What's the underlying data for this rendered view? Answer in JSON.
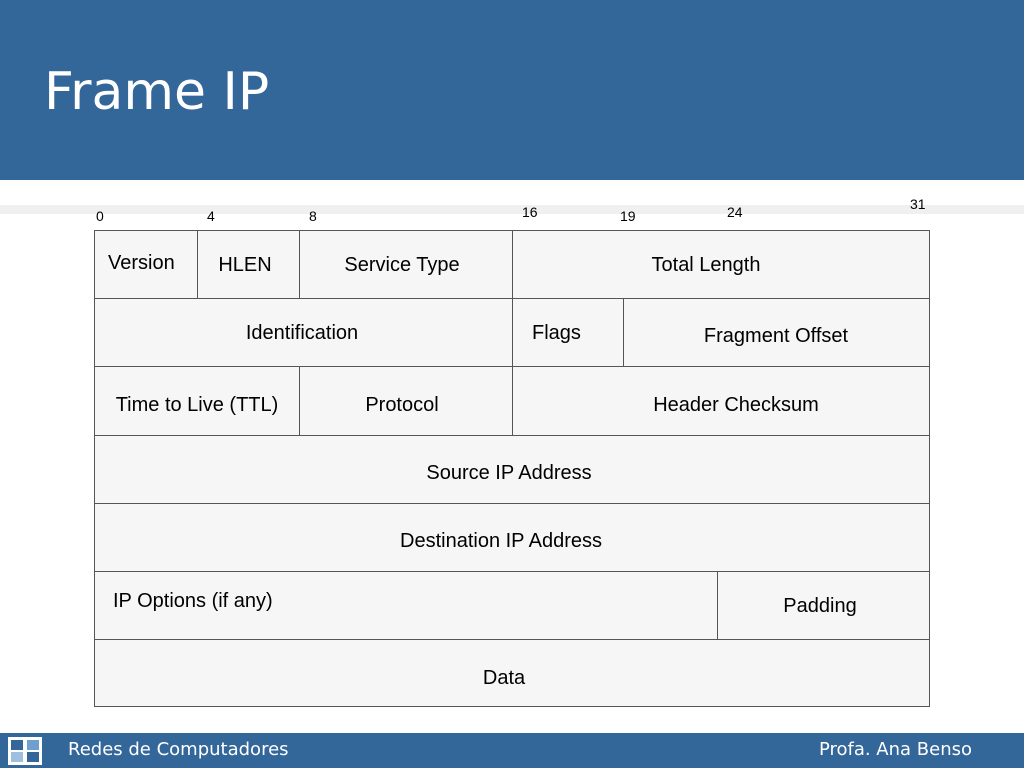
{
  "slide": {
    "title": "Frame IP"
  },
  "bits": [
    "0",
    "4",
    "8",
    "16",
    "19",
    "24",
    "31"
  ],
  "fields": {
    "version": "Version",
    "hlen": "HLEN",
    "service_type": "Service Type",
    "total_length": "Total Length",
    "identification": "Identification",
    "flags": "Flags",
    "fragment_offset": "Fragment Offset",
    "ttl": "Time to Live (TTL)",
    "protocol": "Protocol",
    "header_checksum": "Header Checksum",
    "source_ip": "Source IP Address",
    "destination_ip": "Destination IP Address",
    "ip_options": "IP Options (if any)",
    "padding": "Padding",
    "data": "Data"
  },
  "footer": {
    "course": "Redes de Computadores",
    "author": "Profa. Ana Benso"
  },
  "colors": {
    "accent": "#336699",
    "cell": "#f6f6f6",
    "border": "#555555"
  }
}
